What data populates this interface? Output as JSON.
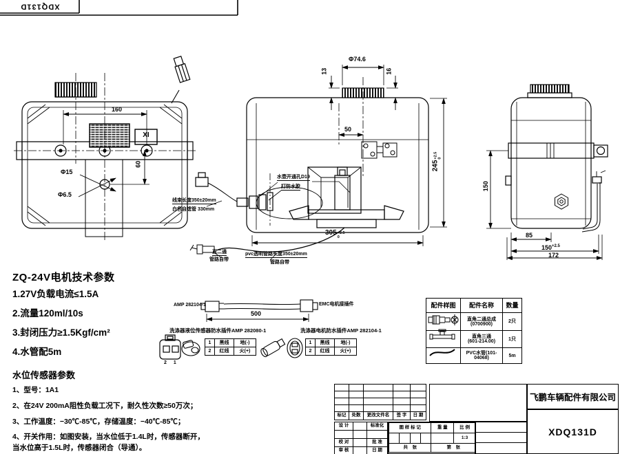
{
  "sheet": {
    "corner_code": "XDQ131D",
    "company": "飞鹏车辆配件有限公司",
    "drawing_no": "XDQ131D"
  },
  "motor_specs": {
    "title": "ZQ-24V电机技术参数",
    "items": [
      "1.27V负载电流≤1.5A",
      "2.流量120ml/10s",
      "3.封闭压力≥1.5Kgf/cm²",
      "4.水管配5m"
    ]
  },
  "sensor_specs": {
    "title": "水位传感器参数",
    "items": [
      "1、型号：1A1",
      "2、在24V 200mA阻性负载工况下，耐久性次数≥50万次；",
      "3、工作温度：−30℃-85℃，存储温度：−40℃-85℃；",
      "4、开关作用：如图安装，当水位低于1.4L时，传感器断开，",
      "当水位高于1.5L时，传感器闭合（导通）。"
    ]
  },
  "front_view": {
    "dim_160": "160",
    "dim_60": "60",
    "dia_hole": "Φ15",
    "dia_hole2": "Φ6.5",
    "detail_ref": "XI"
  },
  "mid_view": {
    "dia_cap": "Φ74.6",
    "dim_13": "13",
    "dim_16": "16",
    "dim_50": "50",
    "dim_305": "305",
    "tol_up": "+2.5",
    "tol_dn": "0",
    "dim_245": "245",
    "label_hole": "水壶开通孔D19",
    "label_glue": "打防水胶",
    "label_harness": "线束长度350±20mm",
    "label_sleeve": "白色自熄管 330mm",
    "label_elbow": "直二通",
    "label_elbow2": "管路自带",
    "label_pvc": "pvc透明管路长度350±20mm",
    "label_pvc2": "管路自带"
  },
  "side_view": {
    "dim_150v": "150",
    "dim_85": "85",
    "dim_150b": "150",
    "dim_150b_tol": "+2.5",
    "dim_172": "172"
  },
  "cable": {
    "left_label": "AMP 282104-1",
    "length": "500",
    "right_label": "EMC电机接插件"
  },
  "sensor_conn": {
    "title": "洗涤器液位传感器防水插件AMP 282080-1",
    "pin_nums": "2 1",
    "pins": [
      [
        "1",
        "黑线",
        "地(-)"
      ],
      [
        "2",
        "红线",
        "火(+)"
      ]
    ]
  },
  "motor_conn": {
    "title": "洗涤器电机防水插件AMP 282104-1",
    "pins": [
      [
        "1",
        "黑线",
        "地(-)"
      ],
      [
        "2",
        "红线",
        "火(+)"
      ]
    ]
  },
  "parts_table": {
    "headers": [
      "配件样图",
      "配件名称",
      "数量"
    ],
    "rows": [
      {
        "name1": "直角二通总成",
        "name2": "(0700900)",
        "qty": "2只"
      },
      {
        "name1": "直角三通",
        "name2": "(601-214.00)",
        "qty": "1只"
      },
      {
        "name1": "PVC水管(101-04068)",
        "name2": "",
        "qty": "5m"
      }
    ]
  },
  "title_block": {
    "rev_headers": [
      "标记",
      "处数",
      "更改文件名",
      "签 字",
      "日 期"
    ],
    "design": "设 计",
    "standard": "标准化",
    "check": "校 对",
    "approve": "批 准",
    "audit": "审 核",
    "date_label": "日 期",
    "mark_header": "图 样 标 记",
    "weight_header": "重 量",
    "scale_header": "比 例",
    "scale_value": "1:3",
    "sheet_total": "共　张",
    "sheet_index": "第　张"
  }
}
